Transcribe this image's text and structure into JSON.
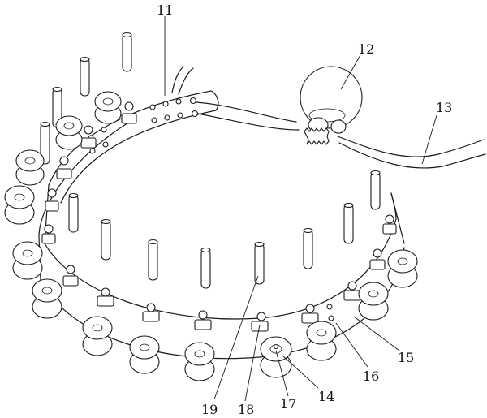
{
  "labels": {
    "n11": "11",
    "n12": "12",
    "n13": "13",
    "n14": "14",
    "n15": "15",
    "n16": "16",
    "n17": "17",
    "n18": "18",
    "n19": "19"
  }
}
